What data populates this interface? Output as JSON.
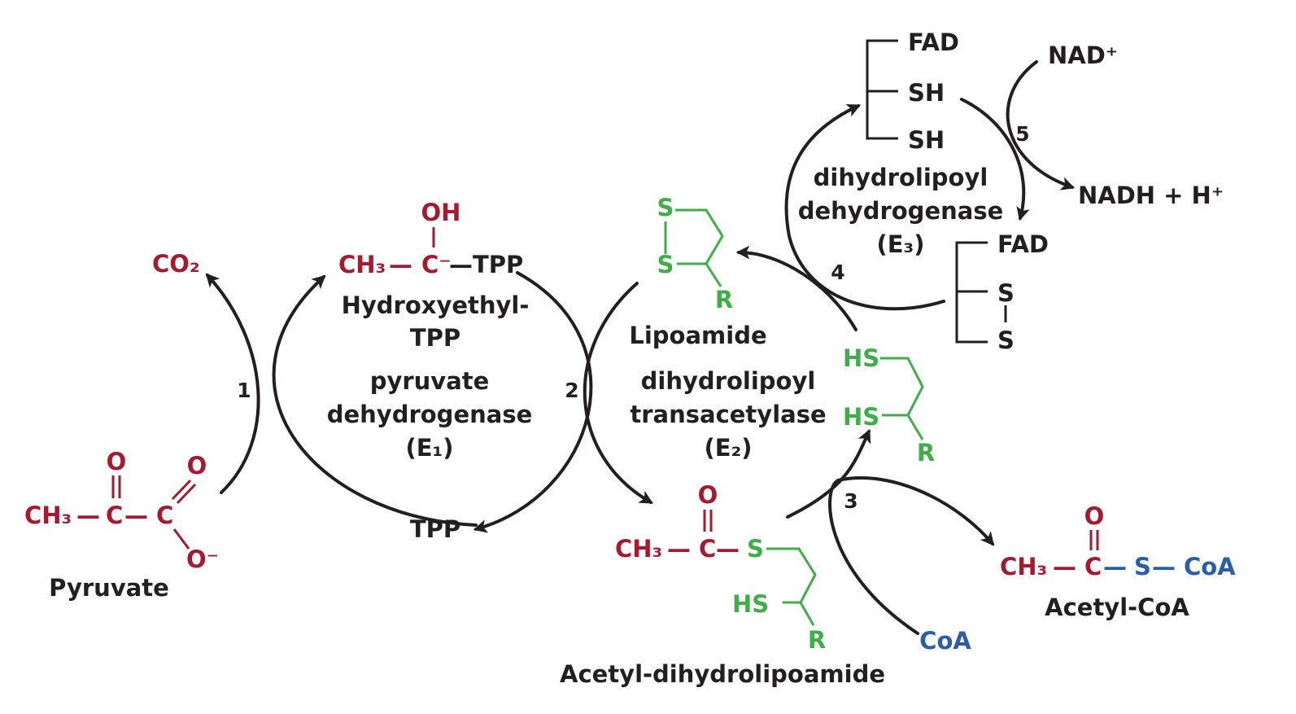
{
  "colors": {
    "substrate": "#a6192e",
    "lipoyl": "#3fae49",
    "coa": "#2a5ea8",
    "text": "#231f20"
  },
  "pyruvate": {
    "ch3": "CH₃",
    "dash1": "—",
    "c1": "C",
    "dash2": "—",
    "c2": "C",
    "o1": "O",
    "o2": "O",
    "ominus": "O⁻",
    "name": "Pyruvate"
  },
  "co2": "CO₂",
  "hydroxyethyl": {
    "oh": "OH",
    "ch3": "CH₃",
    "dash": "—",
    "c": "C⁻",
    "tpp_bond": "—TPP",
    "name_line1": "Hydroxyethyl-",
    "name_line2": "TPP"
  },
  "tpp": "TPP",
  "e1": {
    "line1": "pyruvate",
    "line2": "dehydrogenase",
    "line3": "(E₁)"
  },
  "lipoamide": {
    "s1": "S",
    "s2": "S",
    "r": "R",
    "name": "Lipoamide"
  },
  "e2": {
    "line1": "dihydrolipoyl",
    "line2": "transacetylase",
    "line3": "(E₂)"
  },
  "acetyl_dihydrolipoamide": {
    "o": "O",
    "ch3": "CH₃",
    "dash1": "—",
    "c": "C",
    "dash2": "—",
    "s": "S",
    "hs": "HS",
    "r": "R",
    "name": "Acetyl-dihydrolipoamide"
  },
  "dihydrolipoamide": {
    "hs1": "HS",
    "hs2": "HS",
    "r": "R"
  },
  "coa": "CoA",
  "acetyl_coa": {
    "o": "O",
    "ch3": "CH₃",
    "dash1": "—",
    "c": "C",
    "dash2": "—",
    "s": "S",
    "dash3": "—",
    "coa": "CoA",
    "name": "Acetyl-CoA"
  },
  "e3": {
    "line1": "dihydrolipoyl",
    "line2": "dehydrogenase",
    "line3": "(E₃)"
  },
  "e3_reduced": {
    "fad": "FAD",
    "sh1": "SH",
    "sh2": "SH"
  },
  "e3_oxidized": {
    "fad": "FAD",
    "s1": "S",
    "s2": "S"
  },
  "nad": "NAD⁺",
  "nadh": "NADH  +  H⁺",
  "steps": [
    "1",
    "2",
    "3",
    "4",
    "5"
  ]
}
